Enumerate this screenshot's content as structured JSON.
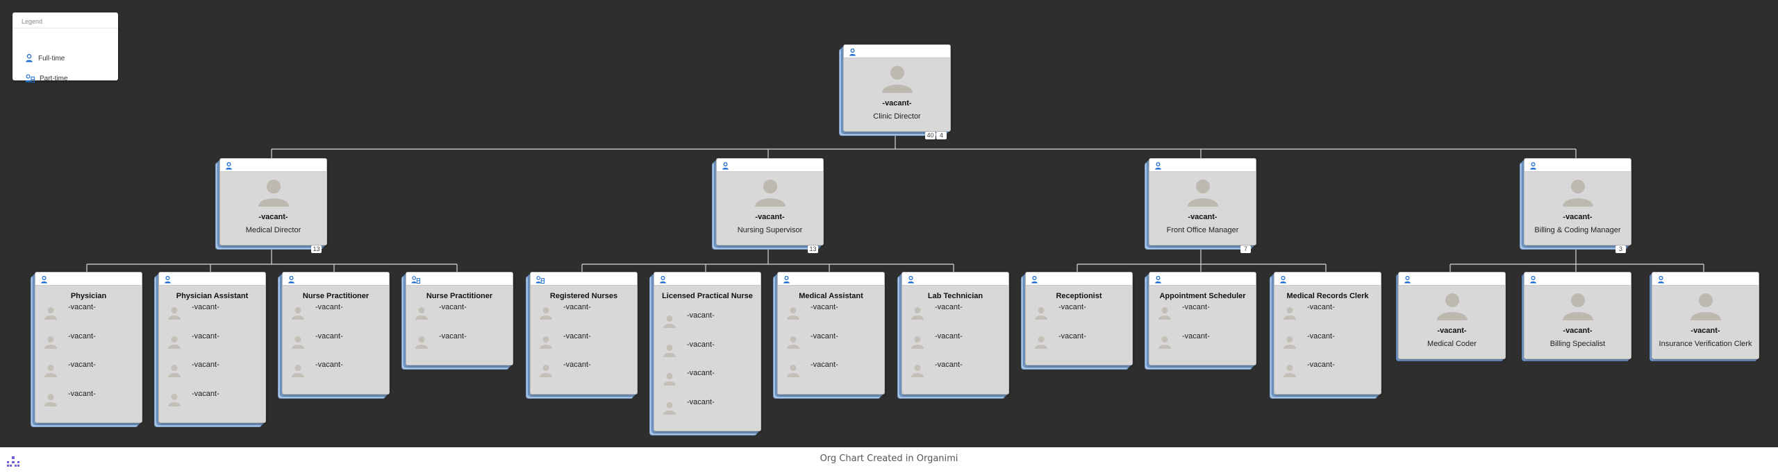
{
  "legend": {
    "title": "Legend",
    "items": [
      {
        "label": "Full-time",
        "icon": "person-icon"
      },
      {
        "label": "Part-time",
        "icon": "persons-icon"
      }
    ]
  },
  "footer": {
    "text": "Org Chart Created in Organimi"
  },
  "colors": {
    "background": "#2e2e2e",
    "card": "#d8d8d8",
    "stack": "#7fa7d8",
    "icon_blue": "#1f6fd1",
    "avatar": "#bdb8b0"
  },
  "top": {
    "name": "-vacant-",
    "title": "Clinic Director",
    "badges": [
      "40",
      "4"
    ]
  },
  "managers": [
    {
      "name": "-vacant-",
      "title": "Medical Director",
      "badge": "13"
    },
    {
      "name": "-vacant-",
      "title": "Nursing Supervisor",
      "badge": "13"
    },
    {
      "name": "-vacant-",
      "title": "Front Office Manager",
      "badge": "7"
    },
    {
      "name": "-vacant-",
      "title": "Billing & Coding Manager",
      "badge": "3"
    }
  ],
  "groups": [
    {
      "title": "Physician",
      "slots": [
        "-vacant-",
        "-vacant-",
        "-vacant-",
        "-vacant-"
      ]
    },
    {
      "title": "Physician Assistant",
      "slots": [
        "-vacant-",
        "-vacant-",
        "-vacant-",
        "-vacant-"
      ]
    },
    {
      "title": "Nurse Practitioner",
      "slots": [
        "-vacant-",
        "-vacant-",
        "-vacant-"
      ]
    },
    {
      "title": "Nurse Practitioner",
      "slots": [
        "-vacant-",
        "-vacant-"
      ]
    },
    {
      "title": "Registered Nurses",
      "slots": [
        "-vacant-",
        "-vacant-",
        "-vacant-"
      ]
    },
    {
      "title": "Licensed Practical Nurse",
      "slots": [
        "-vacant-",
        "-vacant-",
        "-vacant-",
        "-vacant-"
      ]
    },
    {
      "title": "Medical Assistant",
      "slots": [
        "-vacant-",
        "-vacant-",
        "-vacant-"
      ]
    },
    {
      "title": "Lab Technician",
      "slots": [
        "-vacant-",
        "-vacant-",
        "-vacant-"
      ]
    },
    {
      "title": "Receptionist",
      "slots": [
        "-vacant-",
        "-vacant-"
      ]
    },
    {
      "title": "Appointment Scheduler",
      "slots": [
        "-vacant-",
        "-vacant-"
      ]
    },
    {
      "title": "Medical Records Clerk",
      "slots": [
        "-vacant-",
        "-vacant-",
        "-vacant-"
      ]
    }
  ],
  "singles": [
    {
      "name": "-vacant-",
      "title": "Medical Coder"
    },
    {
      "name": "-vacant-",
      "title": "Billing Specialist"
    },
    {
      "name": "-vacant-",
      "title": "Insurance Verification Clerk"
    }
  ]
}
